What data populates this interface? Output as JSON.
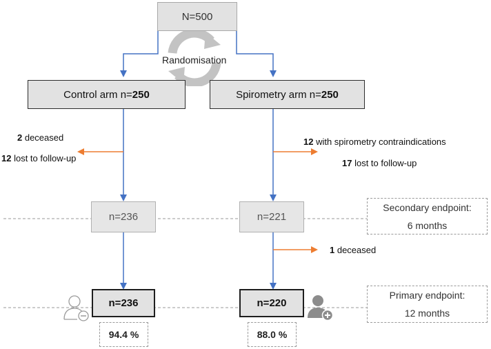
{
  "colors": {
    "flow_arrow": "#4472c4",
    "exclusion_arrow": "#ed7d31",
    "box_fill": "#e2e2e2",
    "icon_gray": "#8c8c8c"
  },
  "icons": {
    "randomisation": "circular-arrows-icon",
    "control_person": "person-minus-icon",
    "spirometry_person": "person-plus-icon"
  },
  "top": {
    "total": "N=500"
  },
  "randomisation_label": "Randomisation",
  "control": {
    "label": "Control arm n=",
    "n": "250",
    "excl_deceased_num": "2",
    "excl_deceased_text": " deceased",
    "excl_lost_num": "12",
    "excl_lost_text": " lost to follow-up",
    "mid": "n=236",
    "final_prefix": "n=",
    "final_n": "236",
    "pct": "94.4 %"
  },
  "spirometry": {
    "label": "Spirometry arm n=",
    "n": "250",
    "excl_contra_num": "12",
    "excl_contra_text": " with spirometry contraindications",
    "excl_lost_num": "17",
    "excl_lost_text": " lost to follow-up",
    "mid": "n=221",
    "excl2_num": "1",
    "excl2_text": " deceased",
    "final_prefix": "n=",
    "final_n": "220",
    "pct": "88.0 %"
  },
  "secondary_endpoint": {
    "line1": "Secondary endpoint:",
    "line2": "6 months"
  },
  "primary_endpoint": {
    "line1": "Primary endpoint:",
    "line2": "12 months"
  }
}
